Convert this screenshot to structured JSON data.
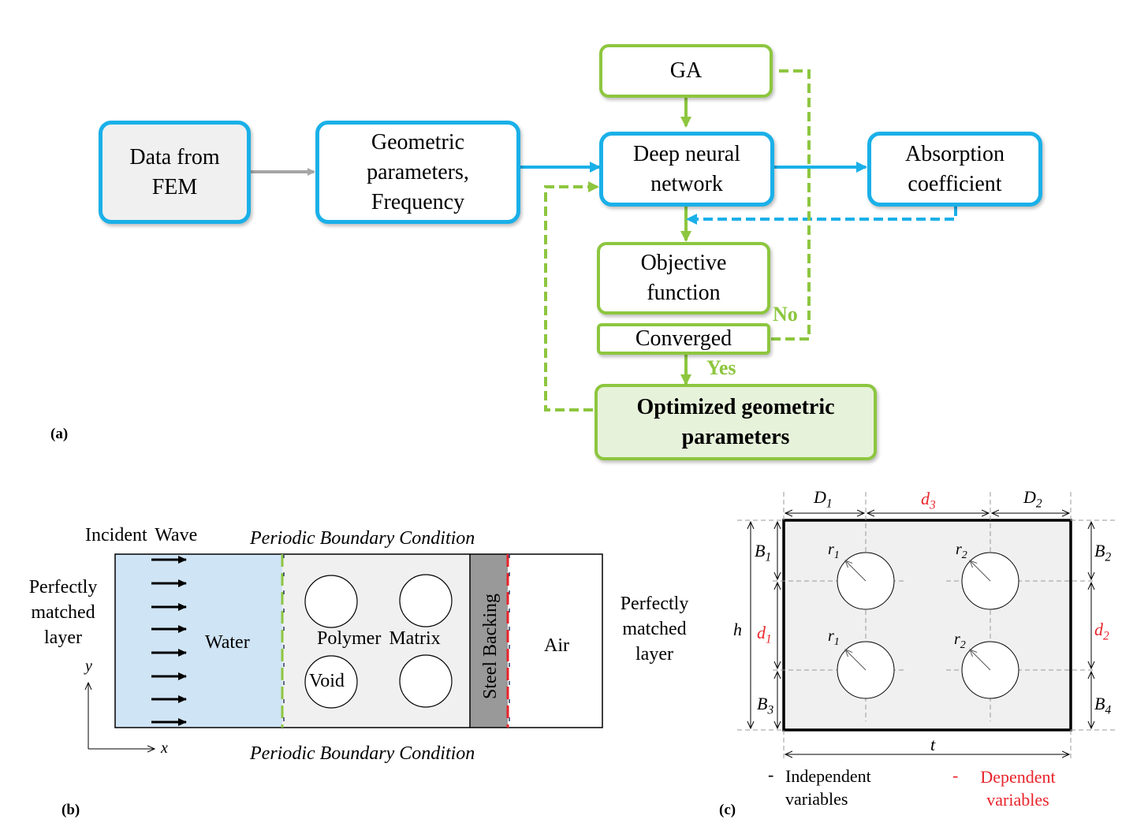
{
  "panel_a": {
    "label": "(a)",
    "nodes": {
      "fem": "Data from FEM",
      "geom": "Geometric parameters, Frequency",
      "ga": "GA",
      "dnn": "Deep neural network",
      "absorption": "Absorption coefficient",
      "objective": "Objective function",
      "converged": "Converged",
      "optimized": "Optimized geometric parameters"
    },
    "edge_labels": {
      "no": "No",
      "yes": "Yes"
    }
  },
  "panel_b": {
    "label": "(b)",
    "incident_wave": "Incident Wave",
    "pbc_top": "Periodic Boundary Condition",
    "pbc_bottom": "Periodic Boundary Condition",
    "pml_left": "Perfectly matched layer",
    "pml_right": "Perfectly matched layer",
    "water": "Water",
    "matrix": "Polymer Matrix",
    "void": "Void",
    "steel": "Steel Backing",
    "air": "Air",
    "axis_y": "y",
    "axis_x": "x"
  },
  "panel_c": {
    "label": "(c)",
    "D1": "D1",
    "d3": "d3",
    "D2": "D2",
    "B1": "B1",
    "B2": "B2",
    "B3": "B3",
    "B4": "B4",
    "h": "h",
    "d1": "d1",
    "d2": "d2",
    "t": "t",
    "r1": "r1",
    "r2": "r2",
    "legend_independent": "Independent variables",
    "legend_dependent": "Dependent variables",
    "legend_dash": "-"
  },
  "colors": {
    "blue": "#1ab0e8",
    "green": "#8dc63f",
    "water": "#cfe4f5",
    "matrix": "#f0f0f0",
    "steel": "#999999",
    "dependent": "#e8232a"
  }
}
